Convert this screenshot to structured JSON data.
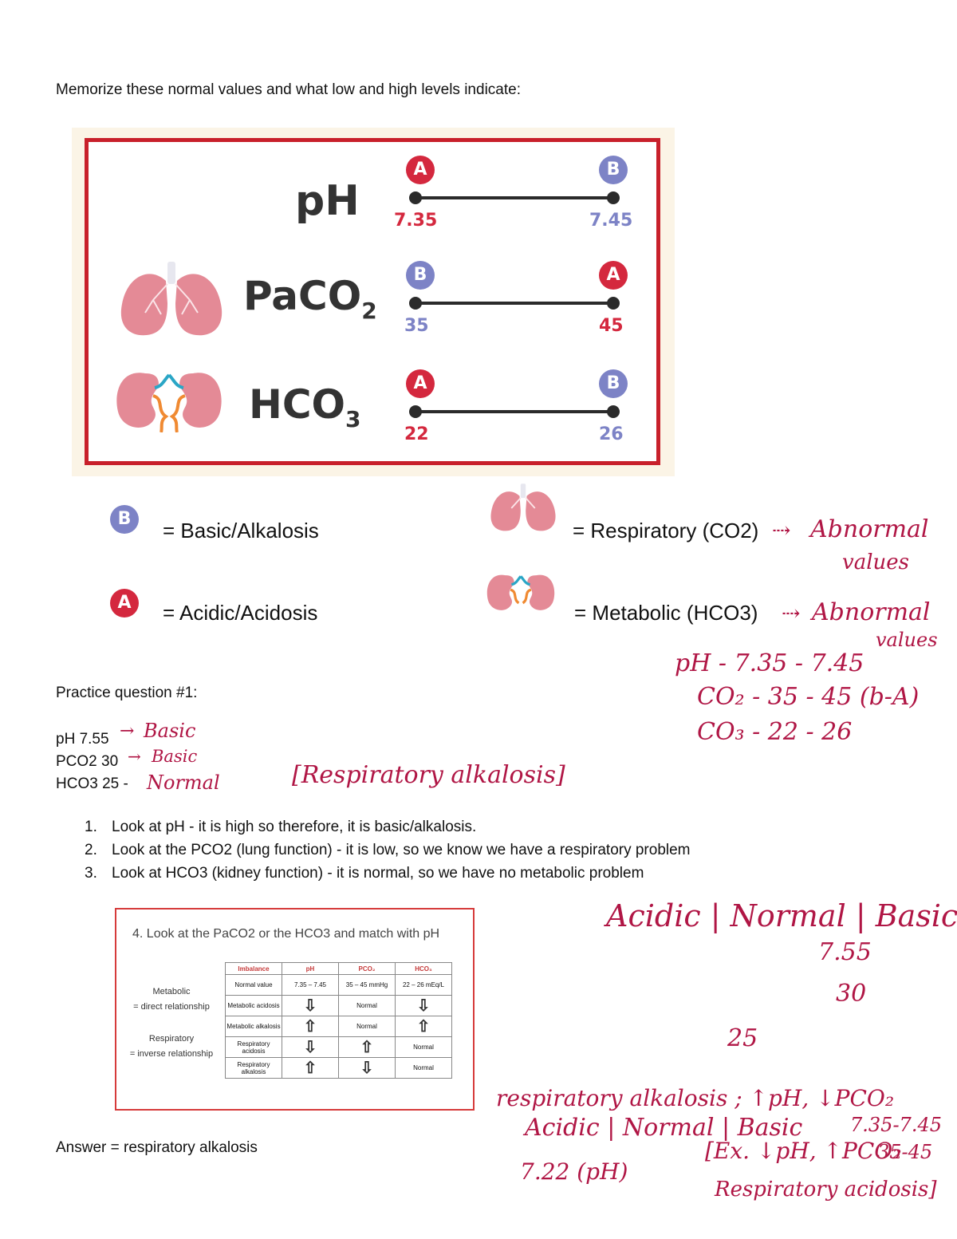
{
  "intro": "Memorize these normal values and what low and high levels indicate:",
  "diagram": {
    "params": [
      {
        "name_main": "pH",
        "name_sub": "",
        "left_badge": "A",
        "right_badge": "B",
        "low": "7.35",
        "high": "7.45"
      },
      {
        "name_main": "PaCO",
        "name_sub": "2",
        "left_badge": "B",
        "right_badge": "A",
        "low": "35",
        "high": "45"
      },
      {
        "name_main": "HCO",
        "name_sub": "3",
        "left_badge": "A",
        "right_badge": "B",
        "low": "22",
        "high": "26"
      }
    ],
    "colors": {
      "acid": "#d4283e",
      "base": "#7d83c6",
      "frame": "#c8202b"
    }
  },
  "legend": {
    "basic_badge": "B",
    "basic_label": "= Basic/Alkalosis",
    "acidic_badge": "A",
    "acidic_label": "= Acidic/Acidosis",
    "resp_label": "= Respiratory (CO2)",
    "meta_label": "= Metabolic (HCO3)"
  },
  "practice": {
    "title": "Practice question #1:",
    "lines": [
      "pH 7.55",
      "PCO2 30",
      "HCO3 25 -"
    ]
  },
  "steps": [
    {
      "num": "1.",
      "text": "Look at pH - it is high so therefore, it is basic/alkalosis."
    },
    {
      "num": "2.",
      "text": "Look at the PCO2 (lung function) - it is low, so we know we have a respiratory problem"
    },
    {
      "num": "3.",
      "text": "Look at HCO3 (kidney function) - it is normal, so we have no metabolic problem"
    }
  ],
  "slide": {
    "title": "4. Look at the PaCO2 or the HCO3 and match with pH",
    "metabolic": "Metabolic",
    "metabolic_rel": "= direct relationship",
    "respiratory": "Respiratory",
    "respiratory_rel": "= inverse relationship",
    "headers": [
      "Imbalance",
      "pH",
      "PCO₂",
      "HCO₃"
    ],
    "rows": [
      [
        "Normal value",
        "7.35 – 7.45",
        "35 – 45 mmHg",
        "22 – 26 mEq/L"
      ],
      [
        "Metabolic acidosis",
        "⇩",
        "Normal",
        "⇩"
      ],
      [
        "Metabolic alkalosis",
        "⇧",
        "Normal",
        "⇧"
      ],
      [
        "Respiratory acidosis",
        "⇩",
        "⇧",
        "Normal"
      ],
      [
        "Respiratory alkalosis",
        "⇧",
        "⇩",
        "Normal"
      ]
    ]
  },
  "answer": "Answer = respiratory alkalosis",
  "handwriting": {
    "abnormal1a": "Abnormal",
    "abnormal1b": "values",
    "abnormal2a": "Abnormal",
    "abnormal2b": "values",
    "ph_range": "pH - 7.35 - 7.45",
    "co2_range": "CO₂ - 35 - 45 (b-A)",
    "hco3_range": "CO₃ - 22 - 26",
    "basic1": "Basic",
    "basic2": "Basic",
    "normal1": "Normal",
    "boxed_answer": "[Respiratory alkalosis]",
    "acid_normal_basic": "Acidic | Normal | Basic",
    "v755": "7.55",
    "v30": "30",
    "v25": "25",
    "resp_alk_line": "respiratory alkalosis ; ↑pH, ↓PCO₂",
    "acid_normal_basic2": "Acidic | Normal | Basic",
    "ex_line": "[Ex. ↓pH, ↑PCO₂",
    "range_small": "7.35-7.45",
    "range_small2": "35-45",
    "ph722": "7.22 (pH)",
    "resp_acid": "Respiratory acidosis]"
  }
}
